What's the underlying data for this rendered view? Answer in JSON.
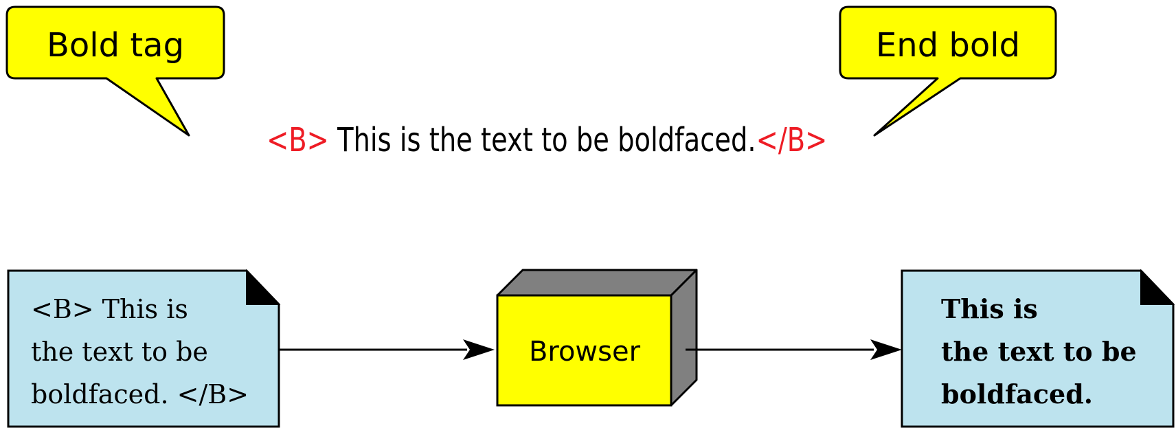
{
  "callouts": {
    "left": "Bold tag",
    "right": "End bold"
  },
  "markup_line": {
    "open_tag": "<B>",
    "body": " This is the text to be boldfaced.",
    "close_tag": "</B>"
  },
  "source_doc": {
    "lines": [
      "<B> This is",
      "the text to be",
      "boldfaced. </B>"
    ]
  },
  "browser": {
    "label": "Browser"
  },
  "output_doc": {
    "lines": [
      "This is",
      "the text to be",
      "boldfaced."
    ]
  },
  "colors": {
    "callout_fill": "#ffff00",
    "tag_red": "#ee1c25",
    "doc_fill": "#bde3ee",
    "box_front": "#ffff00",
    "box_side": "#808080"
  }
}
